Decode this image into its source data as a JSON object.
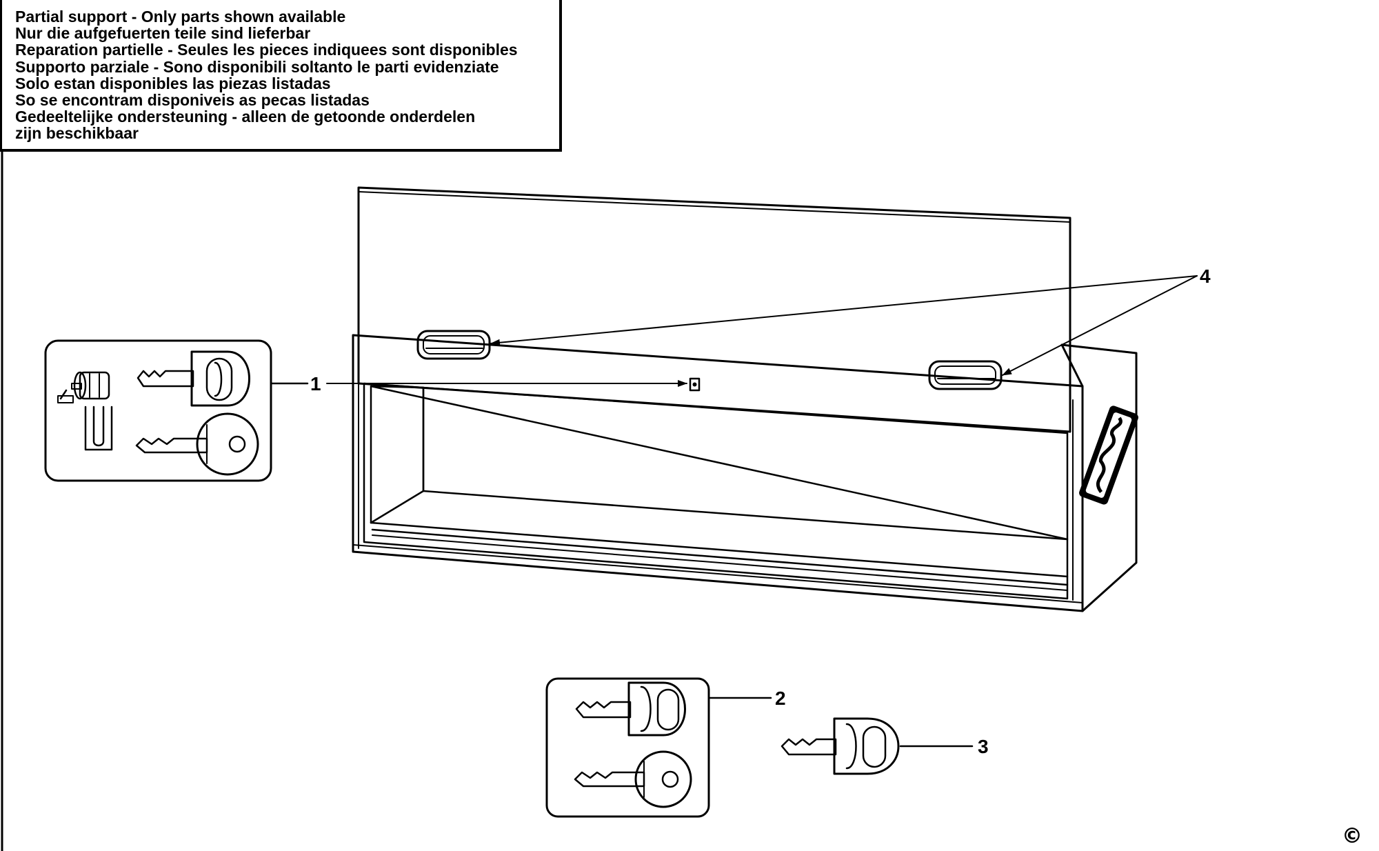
{
  "notice": {
    "lines": [
      "Partial support - Only parts shown available",
      "Nur die aufgefuerten teile sind lieferbar",
      "Reparation partielle - Seules les pieces indiquees sont disponibles",
      "Supporto parziale - Sono disponibili soltanto le parti evidenziate",
      "Solo estan disponibles las piezas listadas",
      "So se encontram disponiveis as pecas listadas",
      "Gedeeltelijke ondersteuning - alleen de getoonde onderdelen",
      "zijn beschikbaar"
    ]
  },
  "callouts": {
    "part_1": "1",
    "part_2": "2",
    "part_3": "3",
    "part_4": "4"
  },
  "copyright": "©",
  "colors": {
    "ink": "#000000",
    "paper": "#ffffff"
  },
  "icons": [
    "lock-cylinder-icon",
    "key-icon",
    "lock-clip-icon"
  ]
}
